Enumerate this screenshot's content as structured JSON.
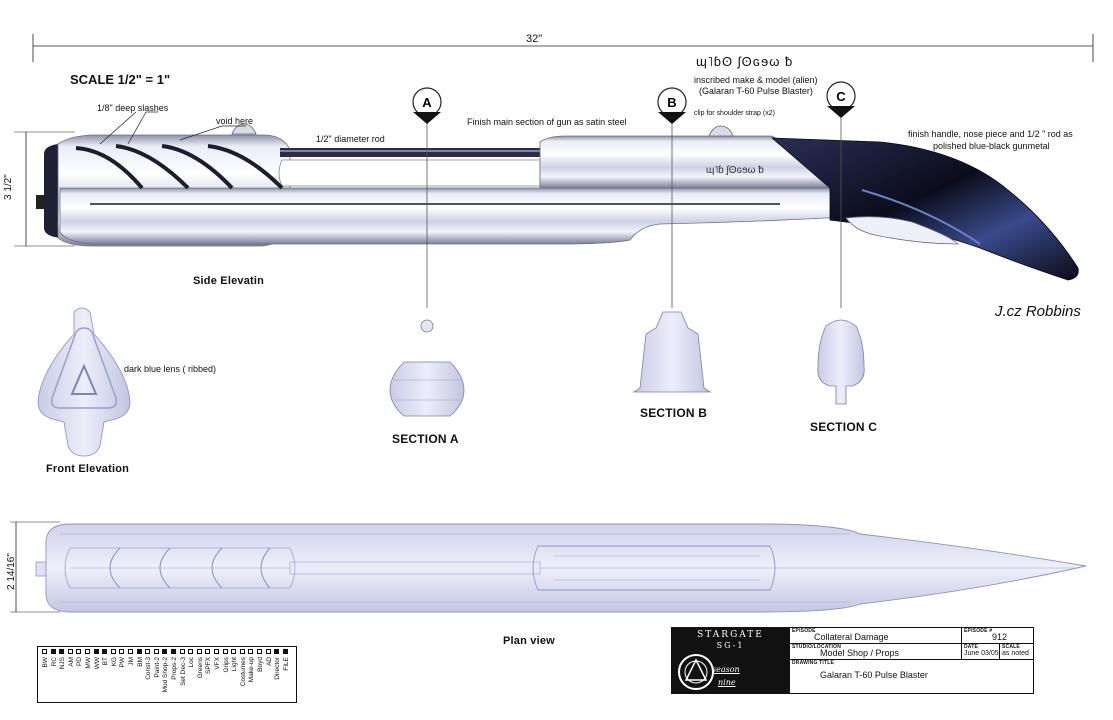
{
  "drawing": {
    "dimension_top": "32\"",
    "dimension_side": "3 1/2\"",
    "dimension_plan": "2 14/16\"",
    "scale_label": "SCALE  1/2\" = 1\"",
    "alien_glyphs": "ɰ˥ɓʘ ʃʘɢɘω ƀ",
    "engraving": "ɰ˥ɓ ʃʘɢɘω ƀ"
  },
  "callouts": {
    "slashes": "1/8\" deep slashes",
    "void": "void here",
    "rod": "1/2\"  diameter rod",
    "finish_main": "Finish main section of gun as satin steel",
    "inscribed_1": "inscribed make & model (alien)",
    "inscribed_2": "(Galaran T-60 Pulse Blaster)",
    "clip": "clip for shoulder strap (x2)",
    "finish_handle_1": "finish handle, nose piece and 1/2 \" rod as",
    "finish_handle_2": "polished blue-black gunmetal",
    "lens": "dark blue lens ( ribbed)",
    "signature": "J.cz Robbins"
  },
  "markers": [
    "A",
    "B",
    "C"
  ],
  "views": {
    "side": "Side Elevatin",
    "front": "Front Elevation",
    "plan": "Plan view",
    "section_a": "SECTION A",
    "section_b": "SECTION B",
    "section_c": "SECTION C"
  },
  "titleblock": {
    "logo_line1": "STARGATE",
    "logo_line2": "SG-1",
    "season_line1": "season",
    "season_line2": "nine",
    "episode_head": "EPISODE",
    "episode_value": "Collateral Damage",
    "episode_no_head": "EPISODE #",
    "episode_no_value": "912",
    "studio_head": "STUDIO/LOCATION",
    "studio_value": "Model Shop / Props",
    "date_head": "DATE",
    "date_value": "June 03/05",
    "scale_head": "SCALE",
    "scale_value": "as noted",
    "drawing_title_head": "DRAWING TITLE",
    "drawing_title_value": "Galaran T-60 Pulse Blaster"
  },
  "checklist": [
    {
      "label": "BW",
      "checked": false
    },
    {
      "label": "RC",
      "checked": true
    },
    {
      "label": "NJS",
      "checked": true
    },
    {
      "label": "AM",
      "checked": false
    },
    {
      "label": "PD",
      "checked": false
    },
    {
      "label": "MW",
      "checked": false
    },
    {
      "label": "WW",
      "checked": true
    },
    {
      "label": "BT",
      "checked": true
    },
    {
      "label": "KG",
      "checked": false
    },
    {
      "label": "PW",
      "checked": false
    },
    {
      "label": "JM",
      "checked": false
    },
    {
      "label": "BM",
      "checked": true
    },
    {
      "label": "Const-3",
      "checked": false
    },
    {
      "label": "Paint-2",
      "checked": false
    },
    {
      "label": "Mod Shop-2",
      "checked": true
    },
    {
      "label": "Props-2",
      "checked": true
    },
    {
      "label": "Set Dec-3",
      "checked": false
    },
    {
      "label": "Loc",
      "checked": false
    },
    {
      "label": "Greens",
      "checked": false
    },
    {
      "label": "SPFX",
      "checked": false
    },
    {
      "label": "VFX",
      "checked": false
    },
    {
      "label": "Grips",
      "checked": false
    },
    {
      "label": "Light",
      "checked": false
    },
    {
      "label": "Costumes",
      "checked": false
    },
    {
      "label": "Make-up",
      "checked": false
    },
    {
      "label": "Boyd",
      "checked": false
    },
    {
      "label": "AD",
      "checked": false
    },
    {
      "label": "Director",
      "checked": true
    },
    {
      "label": "FILE",
      "checked": true
    }
  ],
  "colors": {
    "steel_light": "#f2f4fb",
    "steel_mid": "#c9cde2",
    "steel_dark": "#7d8399",
    "gunmetal": "#15182e",
    "plan_fill": "#dfe1f3",
    "plan_line": "#8f93c2"
  }
}
